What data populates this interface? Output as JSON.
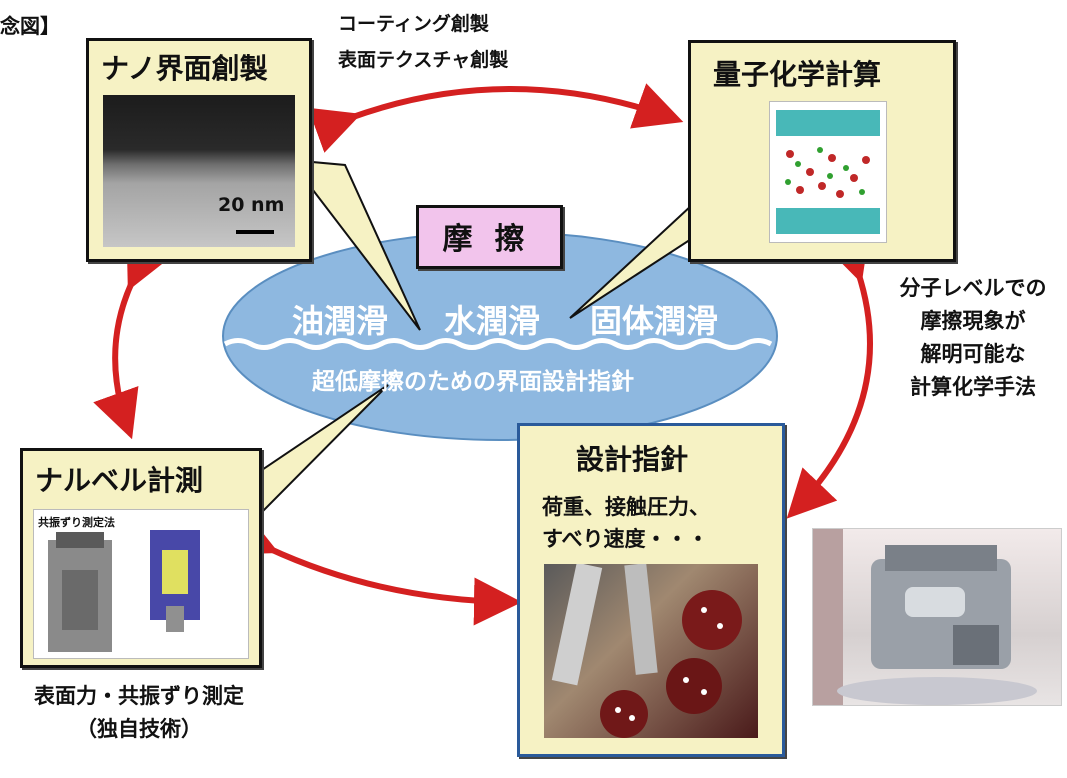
{
  "corner_label": "念図】",
  "top_note": [
    "コーティング創製",
    "表面テクスチャ創製"
  ],
  "panels": {
    "nano_interface": {
      "title": "ナノ界面創製",
      "scale_label": "20 nm"
    },
    "quantum": {
      "title": "量子化学計算"
    },
    "nano_measure": {
      "title": "ナルベル計測",
      "image_caption": "共振ずり測定法"
    },
    "design": {
      "title": "設計指針",
      "text_lines": [
        "荷重、接触圧力、",
        "すべり速度・・・"
      ]
    }
  },
  "center": {
    "friction": "摩擦",
    "lubrication": [
      "油潤滑",
      "水潤滑",
      "固体潤滑"
    ],
    "guide": "超低摩擦のための界面設計指針"
  },
  "right_note": [
    "分子レベルでの",
    "摩擦現象が",
    "解明可能な",
    "計算化学手法"
  ],
  "bottom_note": [
    "表面力・共振ずり測定",
    "（独自技術）"
  ],
  "colors": {
    "panel_fill": "#f6f2c4",
    "friction_fill": "#f2c4ec",
    "ellipse_fill": "#8eb8e0",
    "arrow": "#d42020"
  }
}
